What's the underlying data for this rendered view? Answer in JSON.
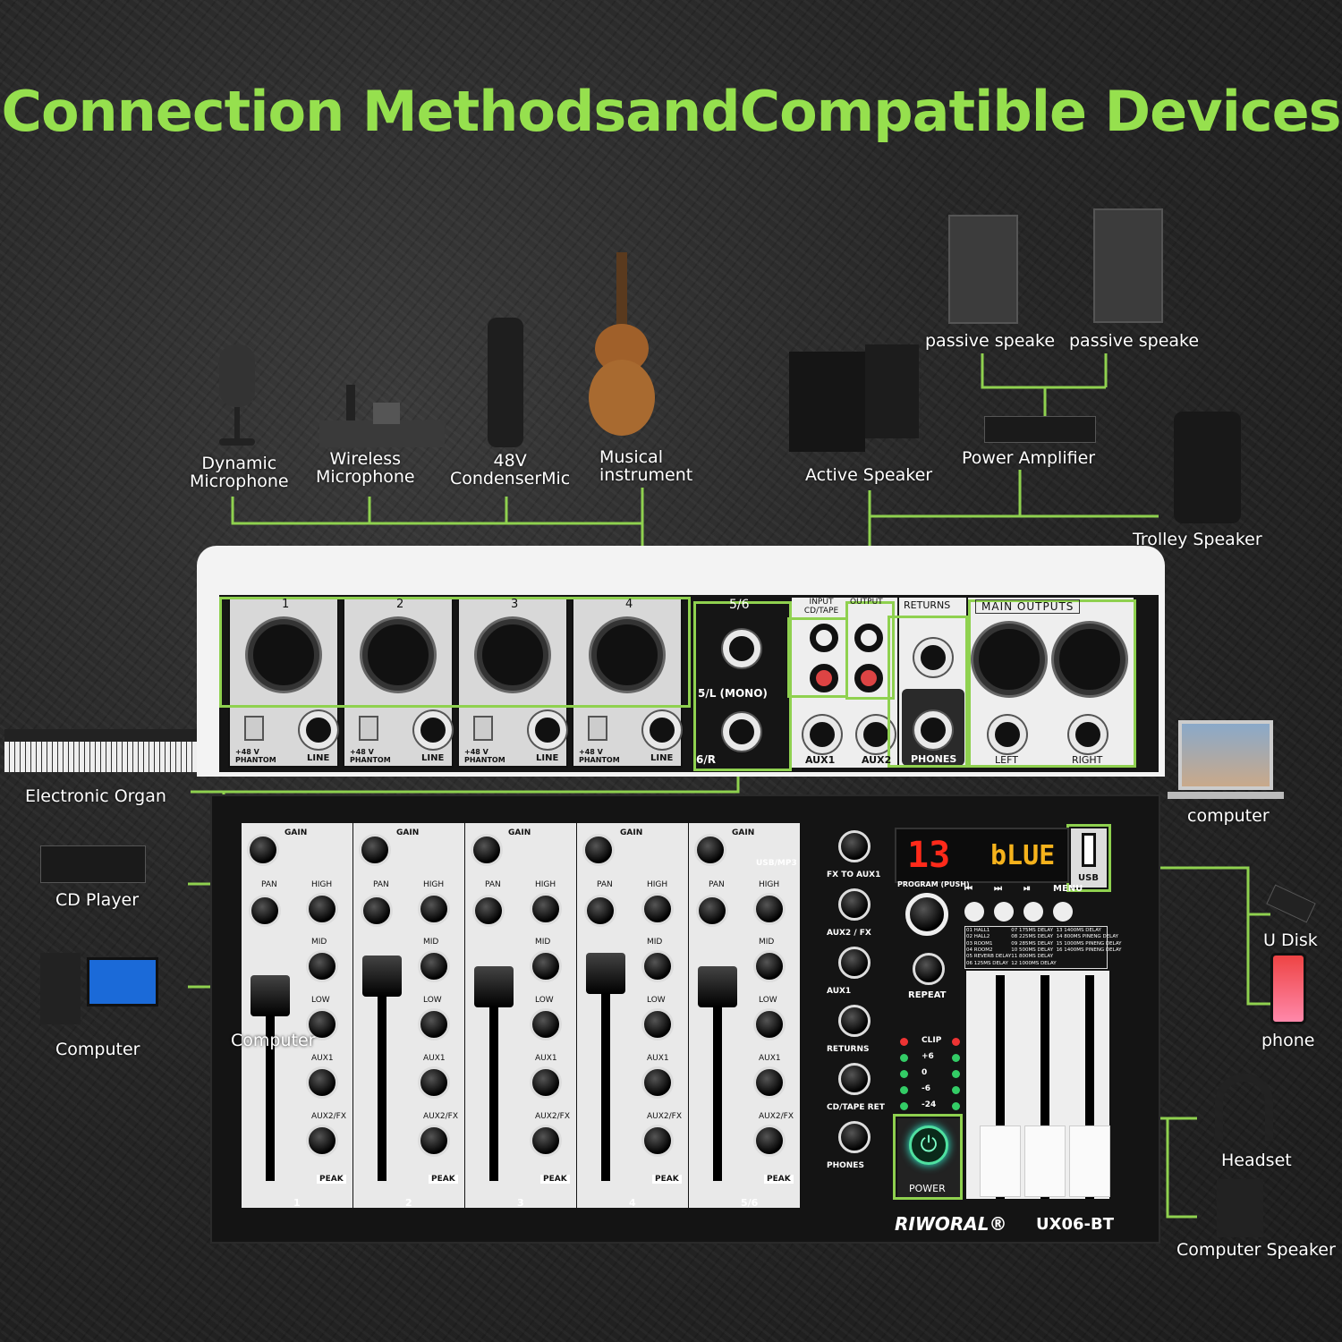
{
  "title": "Connection MethodsandCompatible Devices",
  "devices": {
    "dynamic_mic": "Dynamic\nMicrophone",
    "wireless_mic": "Wireless\nMicrophone",
    "condenser_mic": "48V\nCondenserMic",
    "instrument": "Musical\ninstrument",
    "active_speaker": "Active Speaker",
    "passive_1": "passive speake",
    "passive_2": "passive speake",
    "power_amp": "Power Amplifier",
    "trolley": "Trolley Speaker",
    "organ": "Electronic Organ",
    "cd_player": "CD Player",
    "computer_left": "Computer",
    "computer_overlay": "Computer",
    "computer_right": "computer",
    "u_disk": "U Disk",
    "phone": "phone",
    "headset": "Headset",
    "computer_speaker": "Computer Speaker"
  },
  "mixer": {
    "brand": "RIWORAL®",
    "model": "UX06-BT",
    "channels": [
      "1",
      "2",
      "3",
      "4"
    ],
    "stereo_channel": "5/6",
    "phantom": "+48 V PHANTOM",
    "line": "LINE",
    "mono_l": "5/L (MONO)",
    "right_in": "6/R",
    "input_cd": "INPUT CD/TAPE",
    "output": "OUTPUT",
    "returns": "RETURNS",
    "main_outputs": "MAIN OUTPUTS",
    "aux1": "AUX1",
    "aux2": "AUX2",
    "phones": "PHONES",
    "left": "LEFT",
    "right": "RIGHT",
    "strip_labels": {
      "gain": "GAIN",
      "pan": "PAN",
      "high": "HIGH",
      "mid": "MID",
      "low": "LOW",
      "aux1": "AUX1",
      "aux2fx": "AUX2/FX",
      "peak": "PEAK"
    },
    "strip_numbers": [
      "1",
      "2",
      "3",
      "4",
      "5/6"
    ],
    "usb_mp3": "USB/MP3",
    "master_knobs": [
      "FX TO AUX1",
      "AUX2 / FX",
      "AUX1",
      "RETURNS",
      "CD/TAPE RET",
      "PHONES"
    ],
    "display_number": "13",
    "display_text": "bLUE",
    "program": "PROGRAM (PUSH)",
    "transport": [
      "⏮",
      "⏭",
      "⏯",
      "MENU"
    ],
    "repeat": "REPEAT",
    "usb": "USB",
    "meter": [
      "CLIP",
      "+6",
      "0",
      "-6",
      "-24"
    ],
    "power": "POWER",
    "effects": [
      "01 HALL1",
      "02 HALL2",
      "03 ROOM1",
      "04 ROOM2",
      "05 REVERB DELAY",
      "06 125MS DELAY",
      "07 175MS DELAY",
      "08 225MS DELAY",
      "09 285MS DELAY",
      "10 500MS DELAY",
      "11 800MS DELAY",
      "12 1000MS DELAY",
      "13 1400MS DELAY",
      "14 800MS PINENG DELAY",
      "15 1000MS PINENG DELAY",
      "16 1400MS PINENG DELAY"
    ]
  },
  "colors": {
    "accent": "#8fd14f",
    "title": "#96e04e",
    "background": "#262626"
  }
}
